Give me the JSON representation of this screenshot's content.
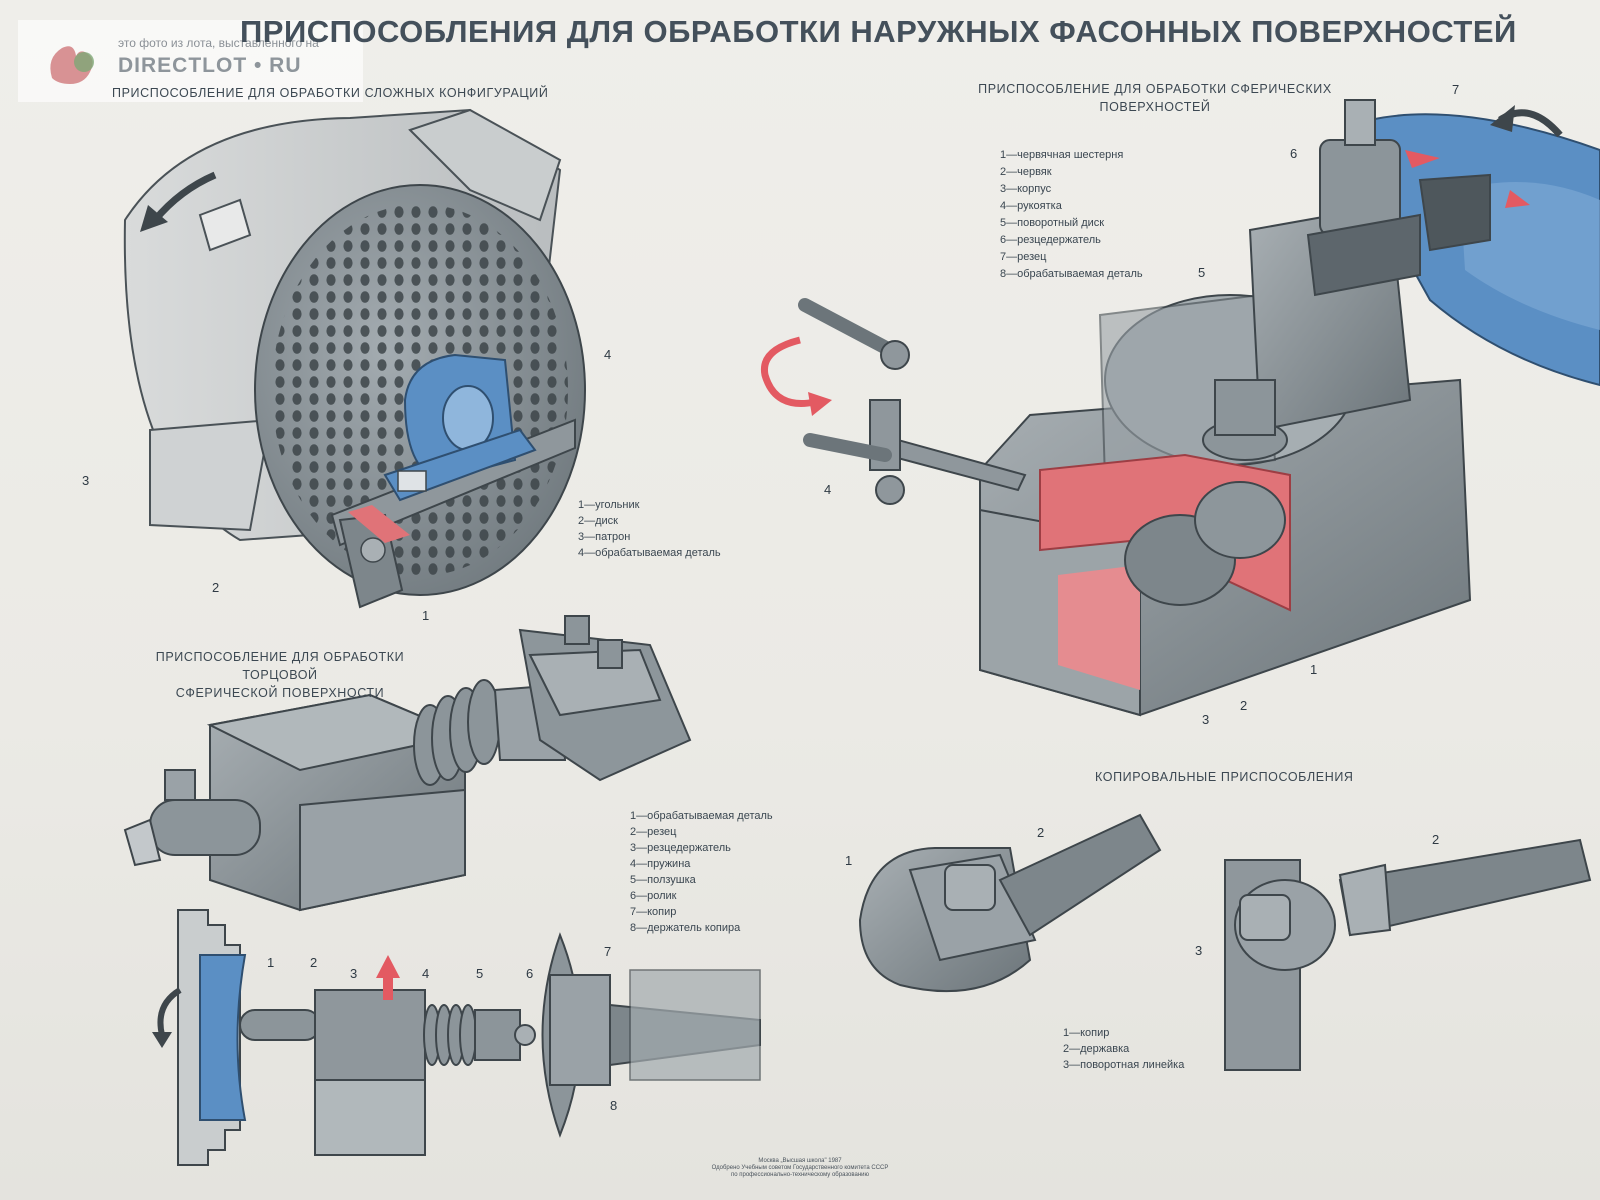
{
  "title": "ПРИСПОСОБЛЕНИЯ ДЛЯ ОБРАБОТКИ НАРУЖНЫХ ФАСОННЫХ ПОВЕРХНОСТЕЙ",
  "watermark": {
    "top_text": "это фото из лота, выставленного на",
    "logo_text": "DIRECTLOT • RU"
  },
  "sections": {
    "complex": {
      "title": "ПРИСПОСОБЛЕНИЕ ДЛЯ ОБРАБОТКИ СЛОЖНЫХ КОНФИГУРАЦИЙ",
      "legend": [
        "1—угольник",
        "2—диск",
        "3—патрон",
        "4—обрабатываемая деталь"
      ],
      "callouts": [
        "1",
        "2",
        "3",
        "4"
      ]
    },
    "spherical": {
      "title_line1": "ПРИСПОСОБЛЕНИЕ ДЛЯ ОБРАБОТКИ СФЕРИЧЕСКИХ",
      "title_line2": "ПОВЕРХНОСТЕЙ",
      "legend": [
        "1—червячная шестерня",
        "2—червяк",
        "3—корпус",
        "4—рукоятка",
        "5—поворотный диск",
        "6—резцедержатель",
        "7—резец",
        "8—обрабатываемая деталь"
      ],
      "callouts": [
        "1",
        "2",
        "3",
        "4",
        "5",
        "6",
        "7"
      ]
    },
    "face": {
      "title_line1": "ПРИСПОСОБЛЕНИЕ ДЛЯ ОБРАБОТКИ ТОРЦОВОЙ",
      "title_line2": "СФЕРИЧЕСКОЙ ПОВЕРХНОСТИ",
      "legend": [
        "1—обрабатываемая деталь",
        "2—резец",
        "3—резцедержатель",
        "4—пружина",
        "5—ползушка",
        "6—ролик",
        "7—копир",
        "8—держатель копира"
      ],
      "callouts": [
        "1",
        "2",
        "3",
        "4",
        "5",
        "6",
        "7",
        "8"
      ]
    },
    "copy": {
      "title": "КОПИРОВАЛЬНЫЕ ПРИСПОСОБЛЕНИЯ",
      "legend": [
        "1—копир",
        "2—державка",
        "3—поворотная линейка"
      ],
      "callouts": [
        "1",
        "2",
        "2",
        "3"
      ]
    }
  },
  "footer": {
    "line1": "Москва „Высшая школа\" 1987",
    "line2": "Одобрено Учебным советом Государственного комитета СССР",
    "line3": "по профессионально-техническому образованию"
  },
  "colors": {
    "metal": "#8e979c",
    "metal_dark": "#5d666c",
    "part_blue": "#5b8fc4",
    "cut_red": "#e07378",
    "arrow_red": "#e35a62"
  }
}
